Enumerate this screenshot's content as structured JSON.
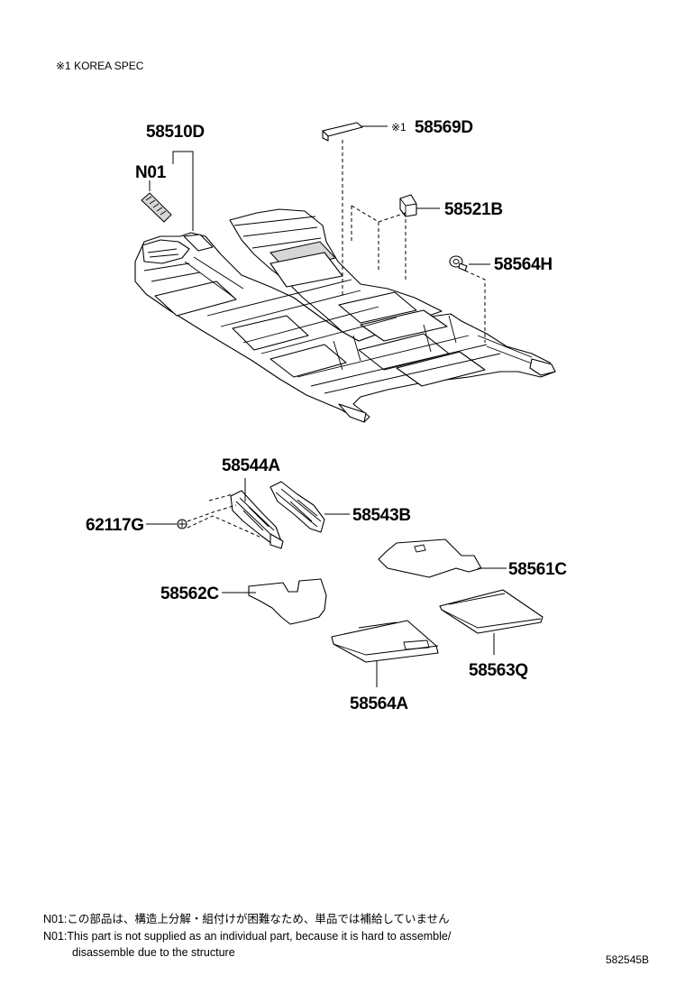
{
  "header": {
    "spec_note": "※1 KOREA SPEC"
  },
  "parts": {
    "p58510D": "58510D",
    "n01": "N01",
    "p58569D_mark": "※1",
    "p58569D": "58569D",
    "p58521B": "58521B",
    "p58564H": "58564H",
    "p58544A": "58544A",
    "p58543B": "58543B",
    "p62117G": "62117G",
    "p58561C": "58561C",
    "p58562C": "58562C",
    "p58563Q": "58563Q",
    "p58564A": "58564A"
  },
  "footnotes": {
    "line1": "N01:この部品は、構造上分解・組付けが困難なため、単品では補給していません",
    "line2": "N01:This part is not supplied as an individual part, because it is hard to assemble/",
    "line3": "disassemble due to the structure"
  },
  "figure_id": "582545B"
}
